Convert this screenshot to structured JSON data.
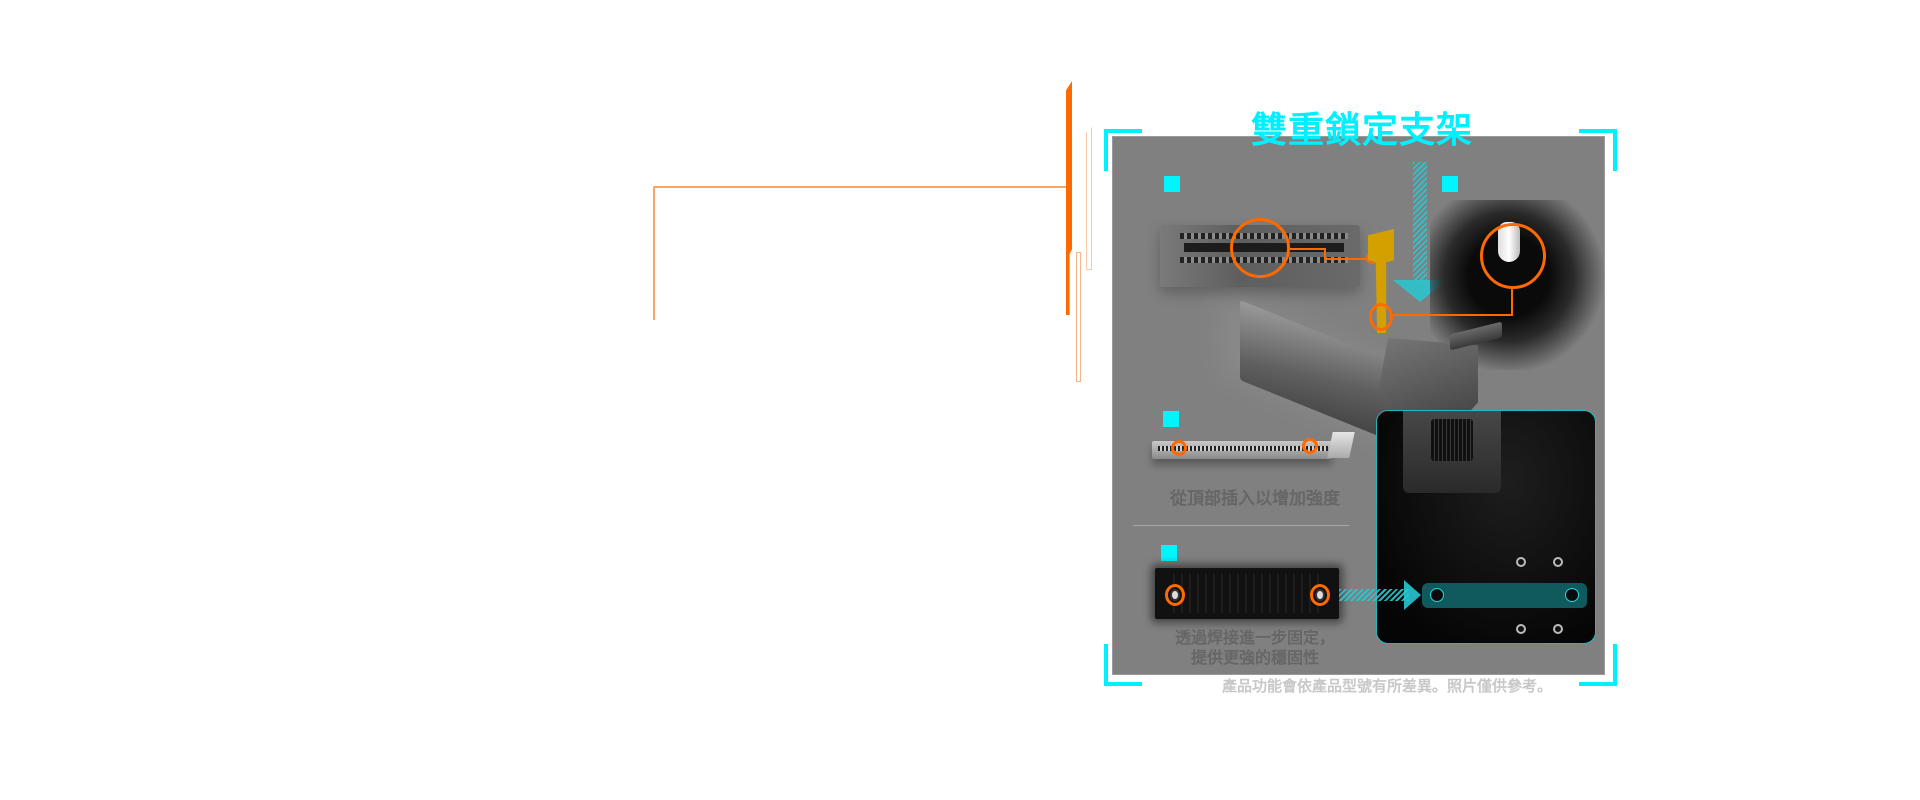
{
  "feature": {
    "title": "雙重鎖定支架",
    "captions": {
      "top_insert": "從頂部插入以增加強度",
      "solder_line1": "透過焊接進一步固定，",
      "solder_line2": "提供更強的穩固性"
    },
    "footnote": "產品功能會依產品型號有所差異。照片僅供參考。",
    "illustrations": [
      {
        "name": "pcie-slot-closeup",
        "icon": "pcie-slot-icon"
      },
      {
        "name": "latch-closeup",
        "icon": "latch-icon"
      },
      {
        "name": "riser-bracket",
        "icon": "bracket-icon"
      },
      {
        "name": "long-pcie-slot",
        "icon": "pcie-slot-icon"
      },
      {
        "name": "pcb-solder-bar",
        "icon": "pcb-icon"
      },
      {
        "name": "motherboard-detail",
        "icon": "motherboard-icon"
      }
    ]
  },
  "colors": {
    "accent_cyan": "#00f0ff",
    "accent_orange": "#ff6a00",
    "panel_gray": "#808080",
    "bracket_yellow": "#d4a000",
    "teal": "#105a5e"
  }
}
